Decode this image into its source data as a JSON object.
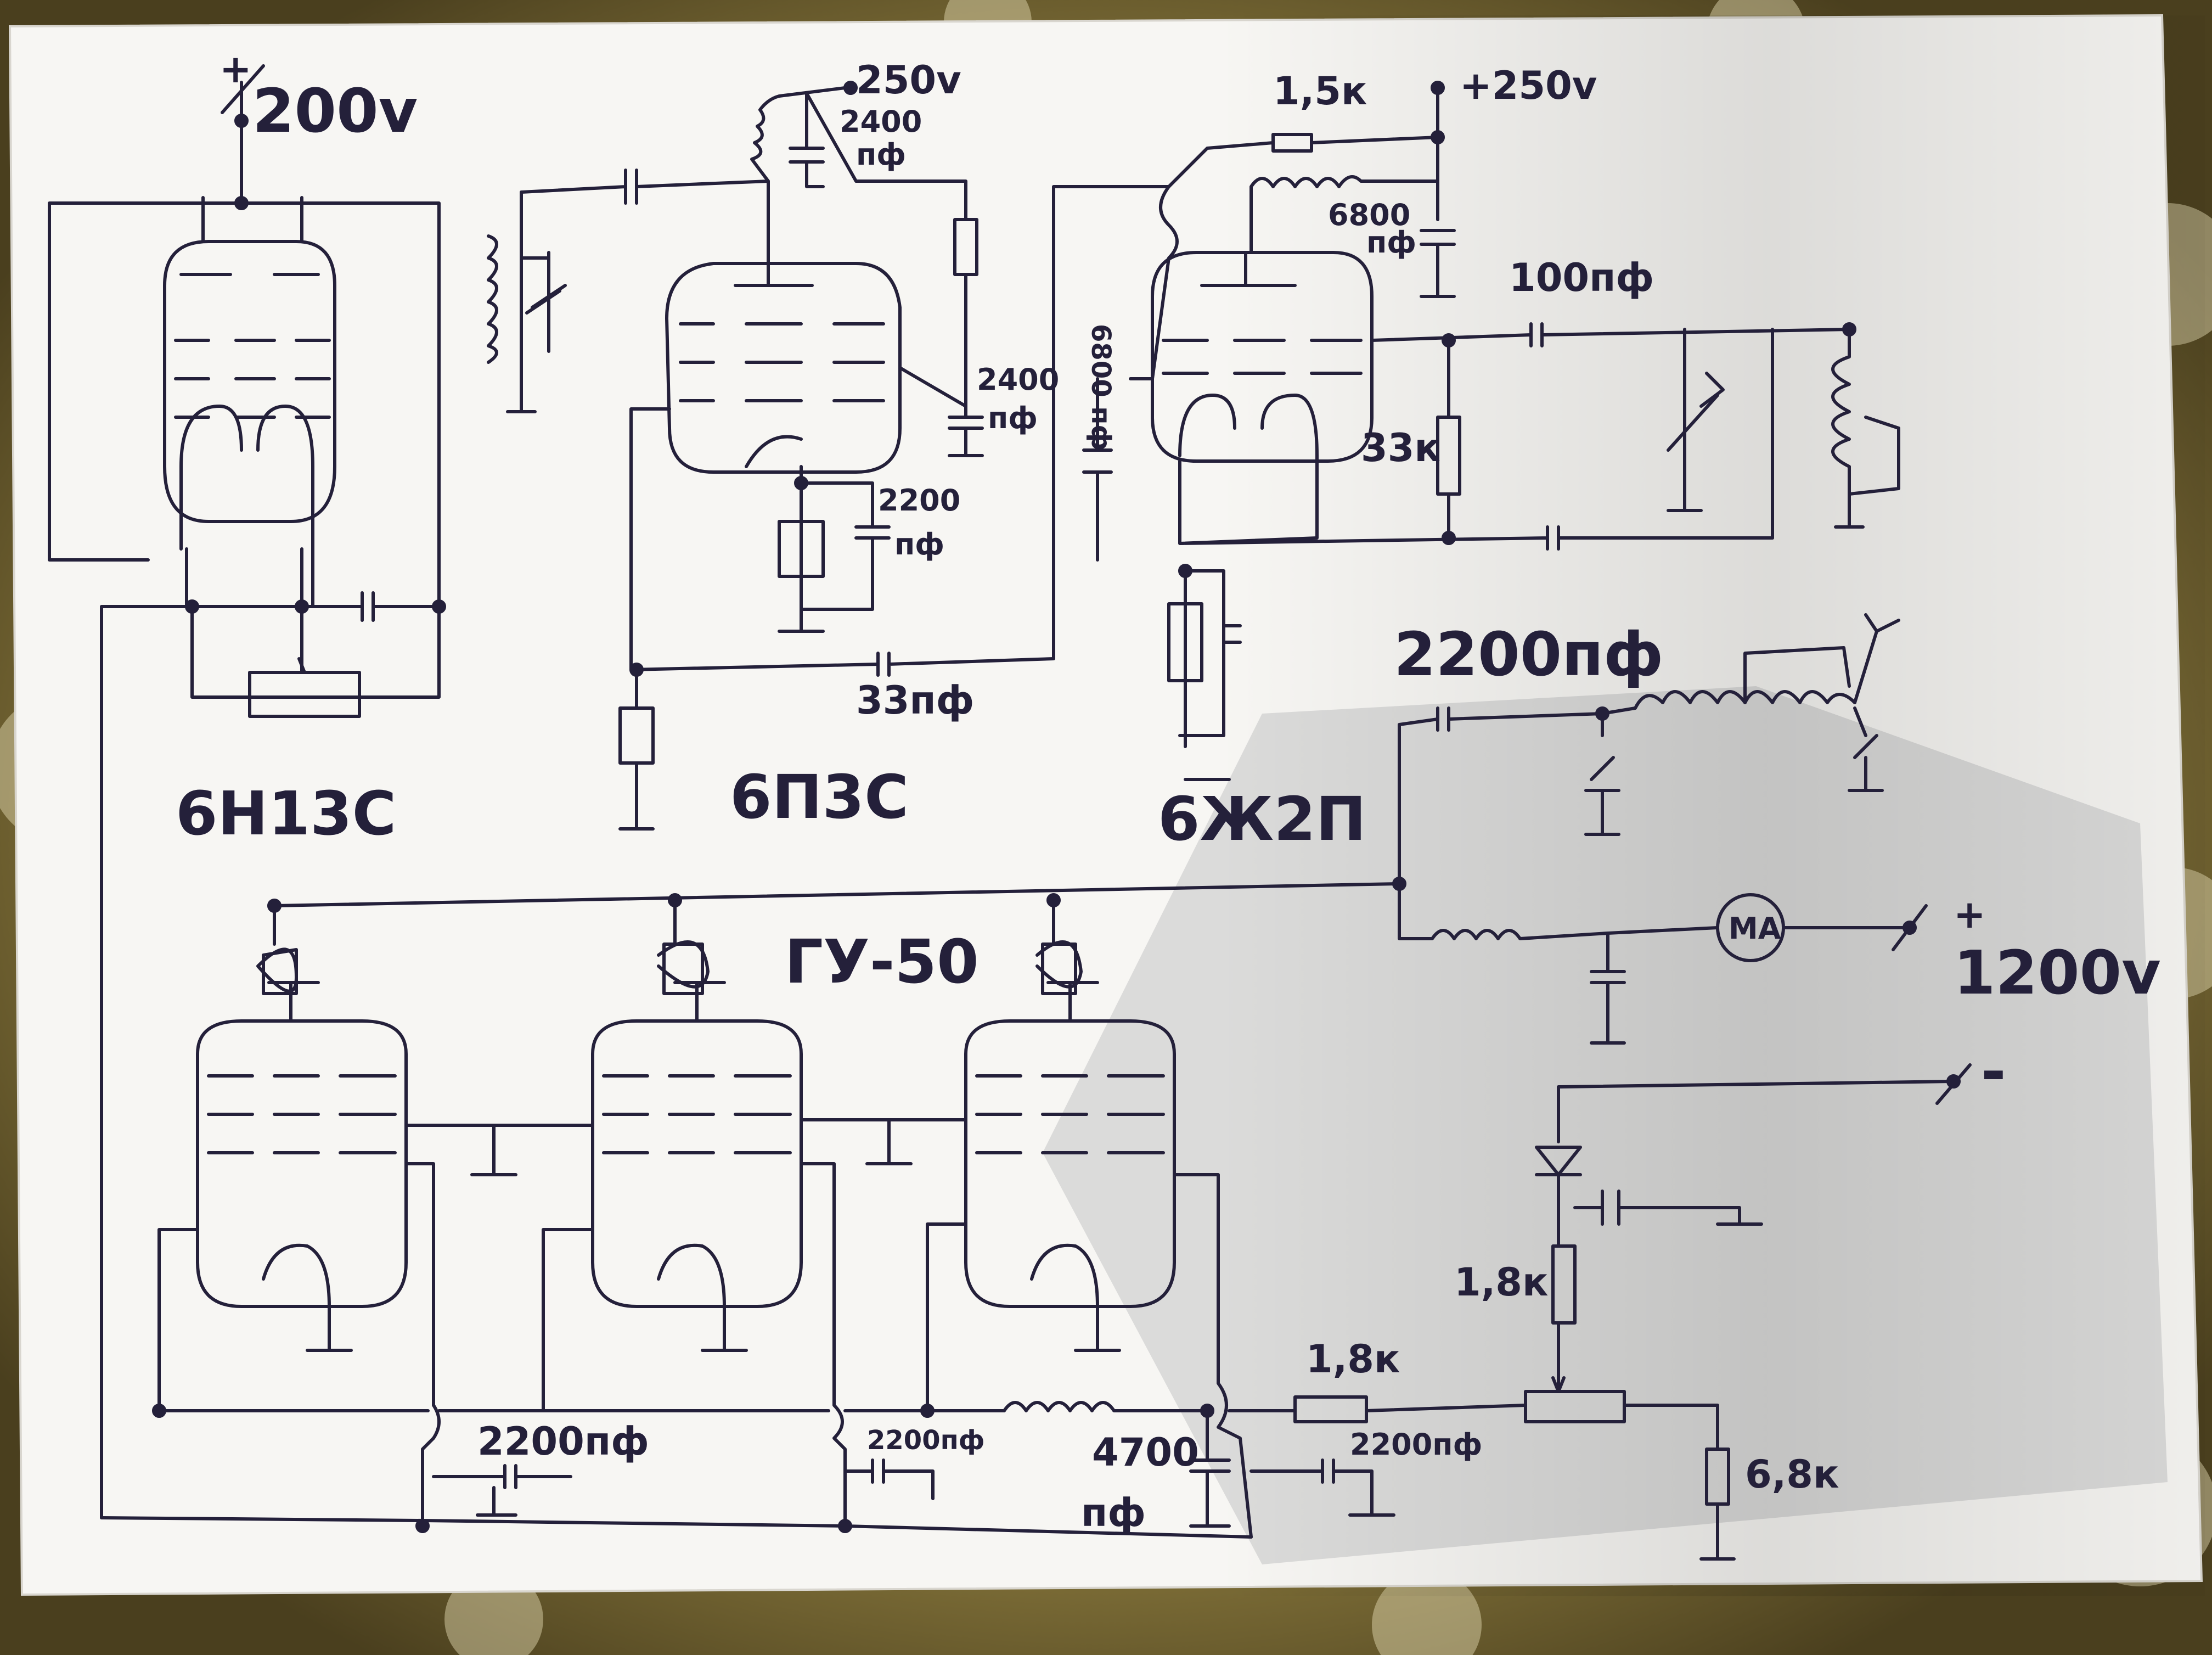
{
  "diagram": {
    "tubes": {
      "osc": "6Н13С",
      "buffer": "6П3С",
      "driver": "6Ж2П",
      "final": "ГУ-50"
    },
    "supplies": {
      "plus_sign_200": "+",
      "v200": "200v",
      "v250_a": "250v",
      "v250_b": "+250v",
      "plus_sign_1200": "+",
      "v1200": "1200v",
      "minus": "-"
    },
    "components": {
      "c_2400_a": "2400",
      "c_2400_a_unit": "пф",
      "c_2400_b": "2400",
      "c_2400_b_unit": "пф",
      "c_2200_cath": "2200",
      "c_2200_cath_unit": "пф",
      "c_33": "33пф",
      "r_1_5k": "1,5к",
      "c_6800": "6800",
      "c_6800_unit": "пф",
      "c_100": "100пф",
      "c_6800_vert": "6800 пф",
      "r_33k": "33к",
      "c_2200_out": "2200пф",
      "meter": "MA",
      "c_2200_g1": "2200пф",
      "c_2200_g2": "2200пф",
      "c_4700": "4700",
      "c_4700_unit": "пф",
      "c_2200_g3": "2200пф",
      "r_1_8k_a": "1,8к",
      "r_1_8k_b": "1,8к",
      "r_6_8k": "6,8к"
    },
    "colors": {
      "ink": "#24203a",
      "paper": "#f7f6f3"
    }
  }
}
